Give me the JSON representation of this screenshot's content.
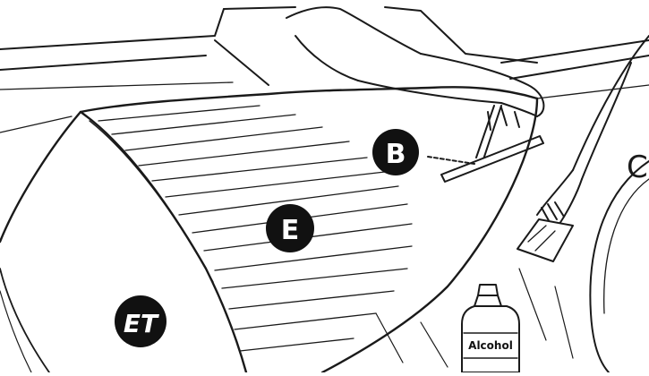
{
  "callouts": {
    "b": "B",
    "e": "E",
    "et": "ET",
    "c_partial": "C"
  },
  "bottle_label": "Alcohol",
  "colors": {
    "line": "#1a1a1a",
    "badge": "#111111",
    "badge_text": "#ffffff",
    "background": "#ffffff"
  }
}
